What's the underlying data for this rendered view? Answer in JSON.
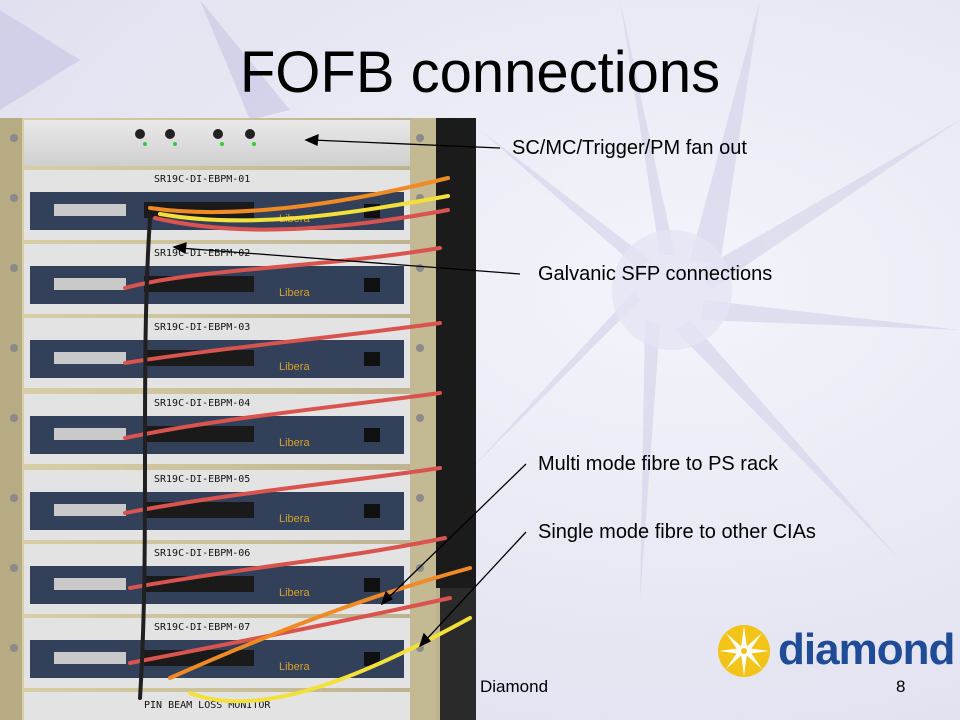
{
  "slide": {
    "title": "FOFB connections",
    "footer": "Diamond",
    "page_number": "8"
  },
  "photo": {
    "rack_labels": [
      "SR19C-DI-EBPM-01",
      "SR19C-DI-EBPM-02",
      "SR19C-DI-EBPM-03",
      "SR19C-DI-EBPM-04",
      "SR19C-DI-EBPM-05",
      "SR19C-DI-EBPM-06",
      "SR19C-DI-EBPM-07"
    ],
    "bottom_label": "PIN BEAM LOSS MONITOR",
    "brand": "Libera"
  },
  "callouts": {
    "fanout": "SC/MC/Trigger/PM fan out",
    "galvanic": "Galvanic SFP connections",
    "multi_mode": "Multi mode fibre to PS rack",
    "single_mode": "Single mode fibre to other CIAs"
  },
  "logo": {
    "text": "diamond"
  },
  "colors": {
    "background": "#e6e6f3",
    "logo_blue": "#1f4b97",
    "logo_yellow": "#f2c418",
    "cable_red": "#d9534f",
    "cable_orange": "#f08a24",
    "cable_yellow": "#f3e13a",
    "rack_black": "#151515"
  }
}
